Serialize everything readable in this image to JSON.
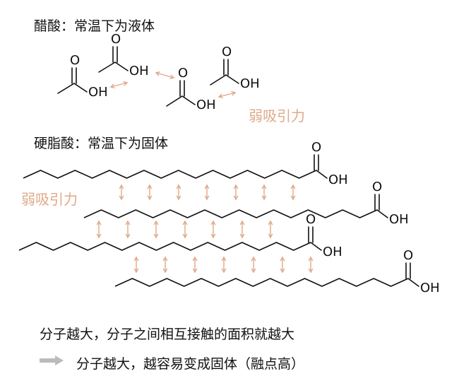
{
  "acetic": {
    "title": "醋酸：常温下为液体",
    "force_label": "弱吸引力",
    "oxygen": "O",
    "hydroxyl": "OH"
  },
  "stearic": {
    "title": "硬脂酸：常温下为固体",
    "force_label": "弱吸引力",
    "oxygen": "O",
    "hydroxyl": "OH"
  },
  "conclusion": {
    "line1": "分子越大，分子之间相互接触的面积就越大",
    "line2": "分子越大，越容易变成固体（融点高）"
  },
  "colors": {
    "bond": "#111111",
    "attraction": "#e0a888",
    "arrow": "#bbbbbb"
  },
  "icons": {
    "conclusion_arrow": "right-arrow-icon"
  }
}
